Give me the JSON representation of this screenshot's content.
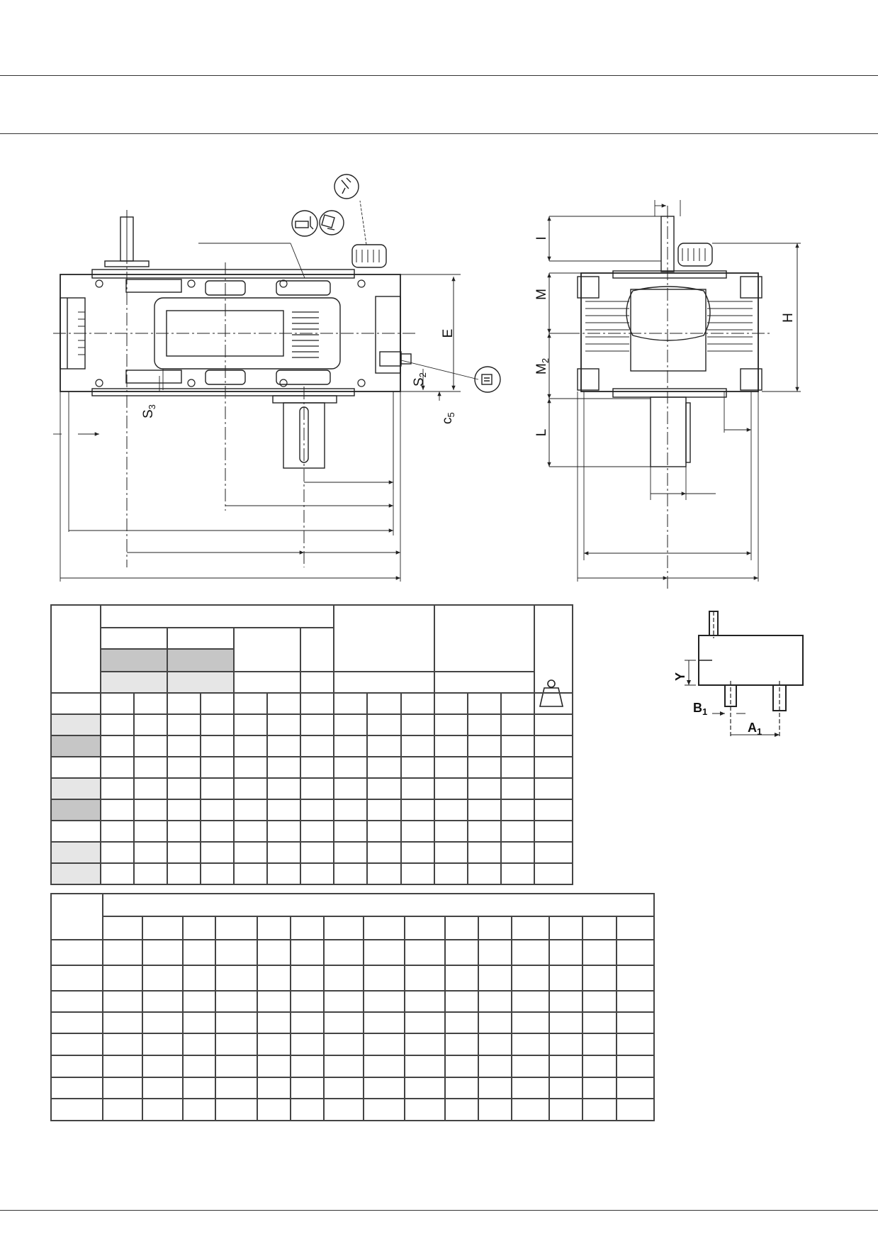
{
  "dimension_labels": {
    "I": "I",
    "M": "M",
    "M2": "M2",
    "H": "H",
    "L": "L",
    "E": "E",
    "S2": "S2",
    "S3": "S3",
    "c5": "c5",
    "Y": "Y",
    "B1": "B1",
    "A1": "A1"
  },
  "icons": [
    "weight-icon",
    "oil-fill-icon",
    "oil-drain-icon",
    "oil-level-icon",
    "vent-plug-icon"
  ],
  "colors": {
    "line": "#333333",
    "dark_fill": "#c6c6c6",
    "light_fill": "#e6e6e6"
  }
}
